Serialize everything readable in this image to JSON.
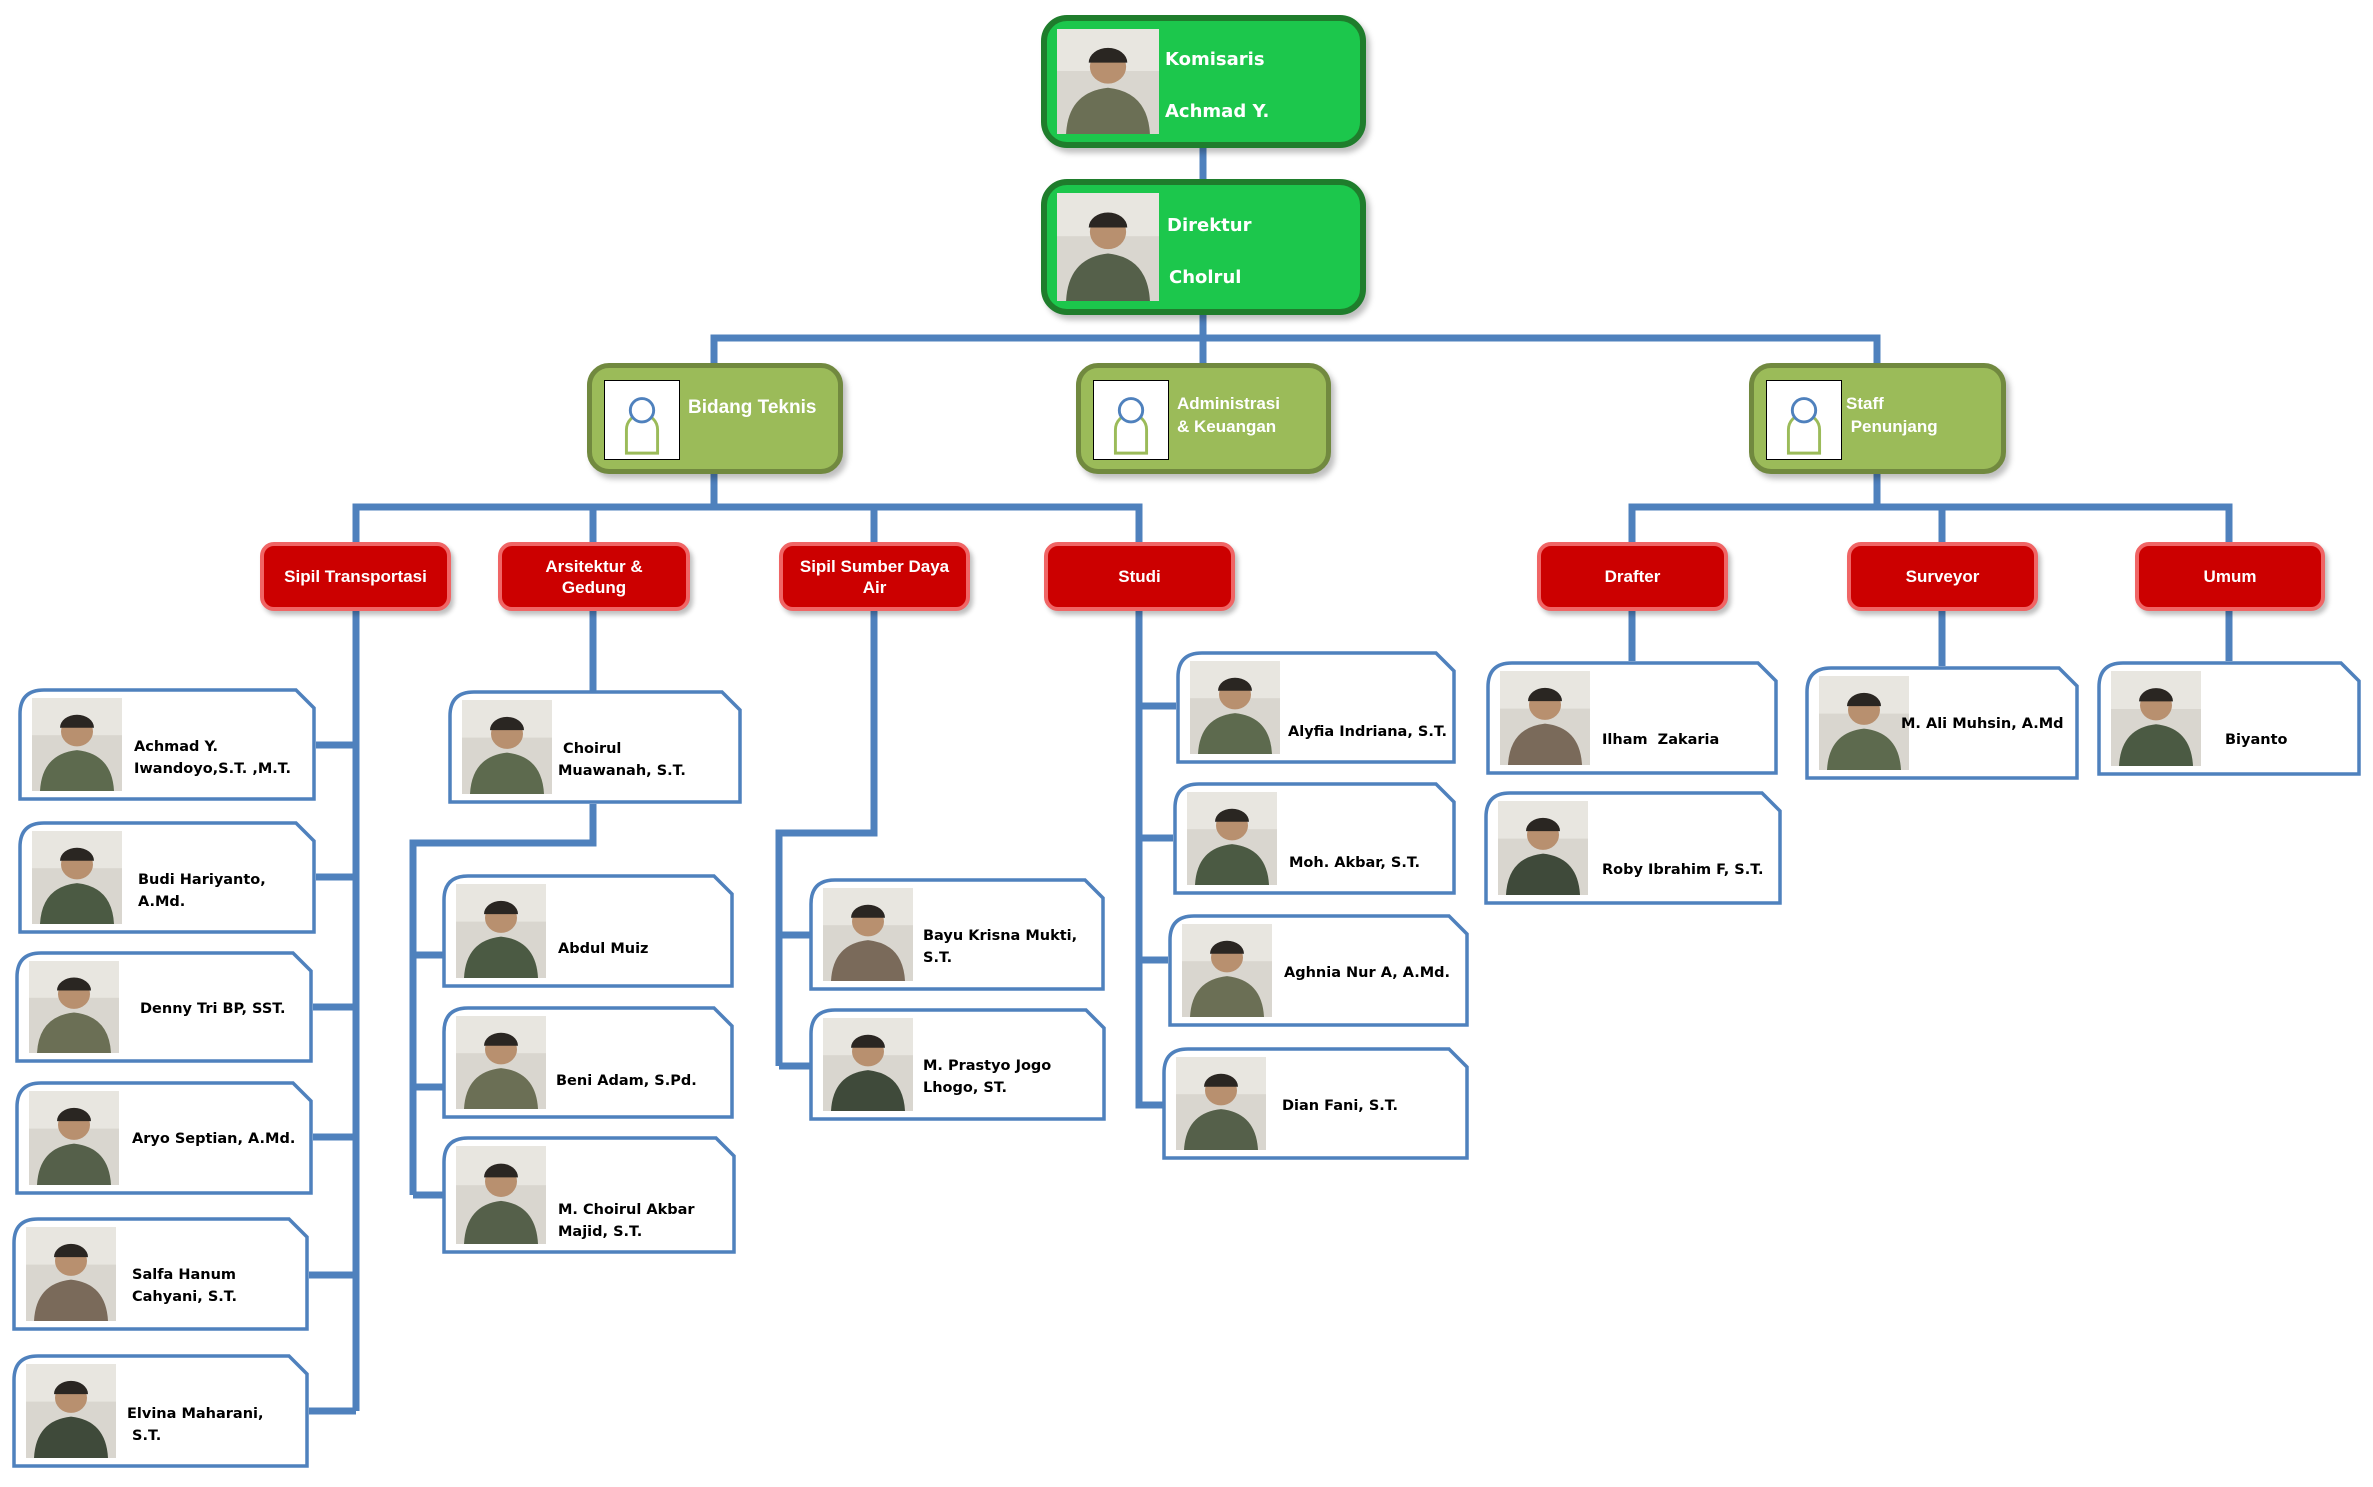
{
  "colors": {
    "connector": "#4f81bd",
    "executive_fill": "#1cc74c",
    "executive_border": "#1f7d2c",
    "division_fill": "#9bbb59",
    "department_fill": "#cc0000",
    "card_border": "#4f81bd"
  },
  "executives": [
    {
      "role": "Komisaris",
      "name": "Achmad Y."
    },
    {
      "role": "Direktur",
      "name": "Cholrul"
    }
  ],
  "divisions": [
    {
      "label": "Bidang Teknis",
      "icon": "person-placeholder-icon"
    },
    {
      "label": "Administrasi\n& Keuangan",
      "icon": "person-placeholder-icon"
    },
    {
      "label": "Staff\n Penunjang",
      "icon": "person-placeholder-icon"
    }
  ],
  "departments": [
    {
      "label": "Sipil Transportasi",
      "division": "Bidang Teknis",
      "members": [
        "Achmad Y.\nIwandoyo,S.T. ,M.T.",
        "Budi Hariyanto,\nA.Md.",
        "Denny Tri BP, SST.",
        "Aryo Septian, A.Md.",
        "Salfa Hanum\nCahyani, S.T.",
        "Elvina Maharani,\n S.T."
      ]
    },
    {
      "label": "Arsitektur &\nGedung",
      "division": "Bidang Teknis",
      "members": [
        " Choirul\nMuawanah, S.T.",
        "Abdul Muiz",
        "Beni Adam, S.Pd.",
        "M. Choirul Akbar\nMajid, S.T."
      ]
    },
    {
      "label": "Sipil Sumber Daya\nAir",
      "division": "Bidang Teknis",
      "members": [
        "Bayu Krisna Mukti,\nS.T.",
        "M. Prastyo Jogo\nLhogo, ST."
      ]
    },
    {
      "label": "Studi",
      "division": "Bidang Teknis",
      "members": [
        "Alyfia Indriana, S.T.",
        "Moh. Akbar, S.T.",
        "Aghnia Nur A, A.Md.",
        "Dian Fani, S.T."
      ]
    },
    {
      "label": "Drafter",
      "division": "Staff Penunjang",
      "members": [
        "Ilham  Zakaria",
        "Roby Ibrahim F, S.T."
      ]
    },
    {
      "label": "Surveyor",
      "division": "Staff Penunjang",
      "members": [
        "M. Ali Muhsin, A.Md"
      ]
    },
    {
      "label": "Umum",
      "division": "Staff Penunjang",
      "members": [
        "Biyanto"
      ]
    }
  ]
}
